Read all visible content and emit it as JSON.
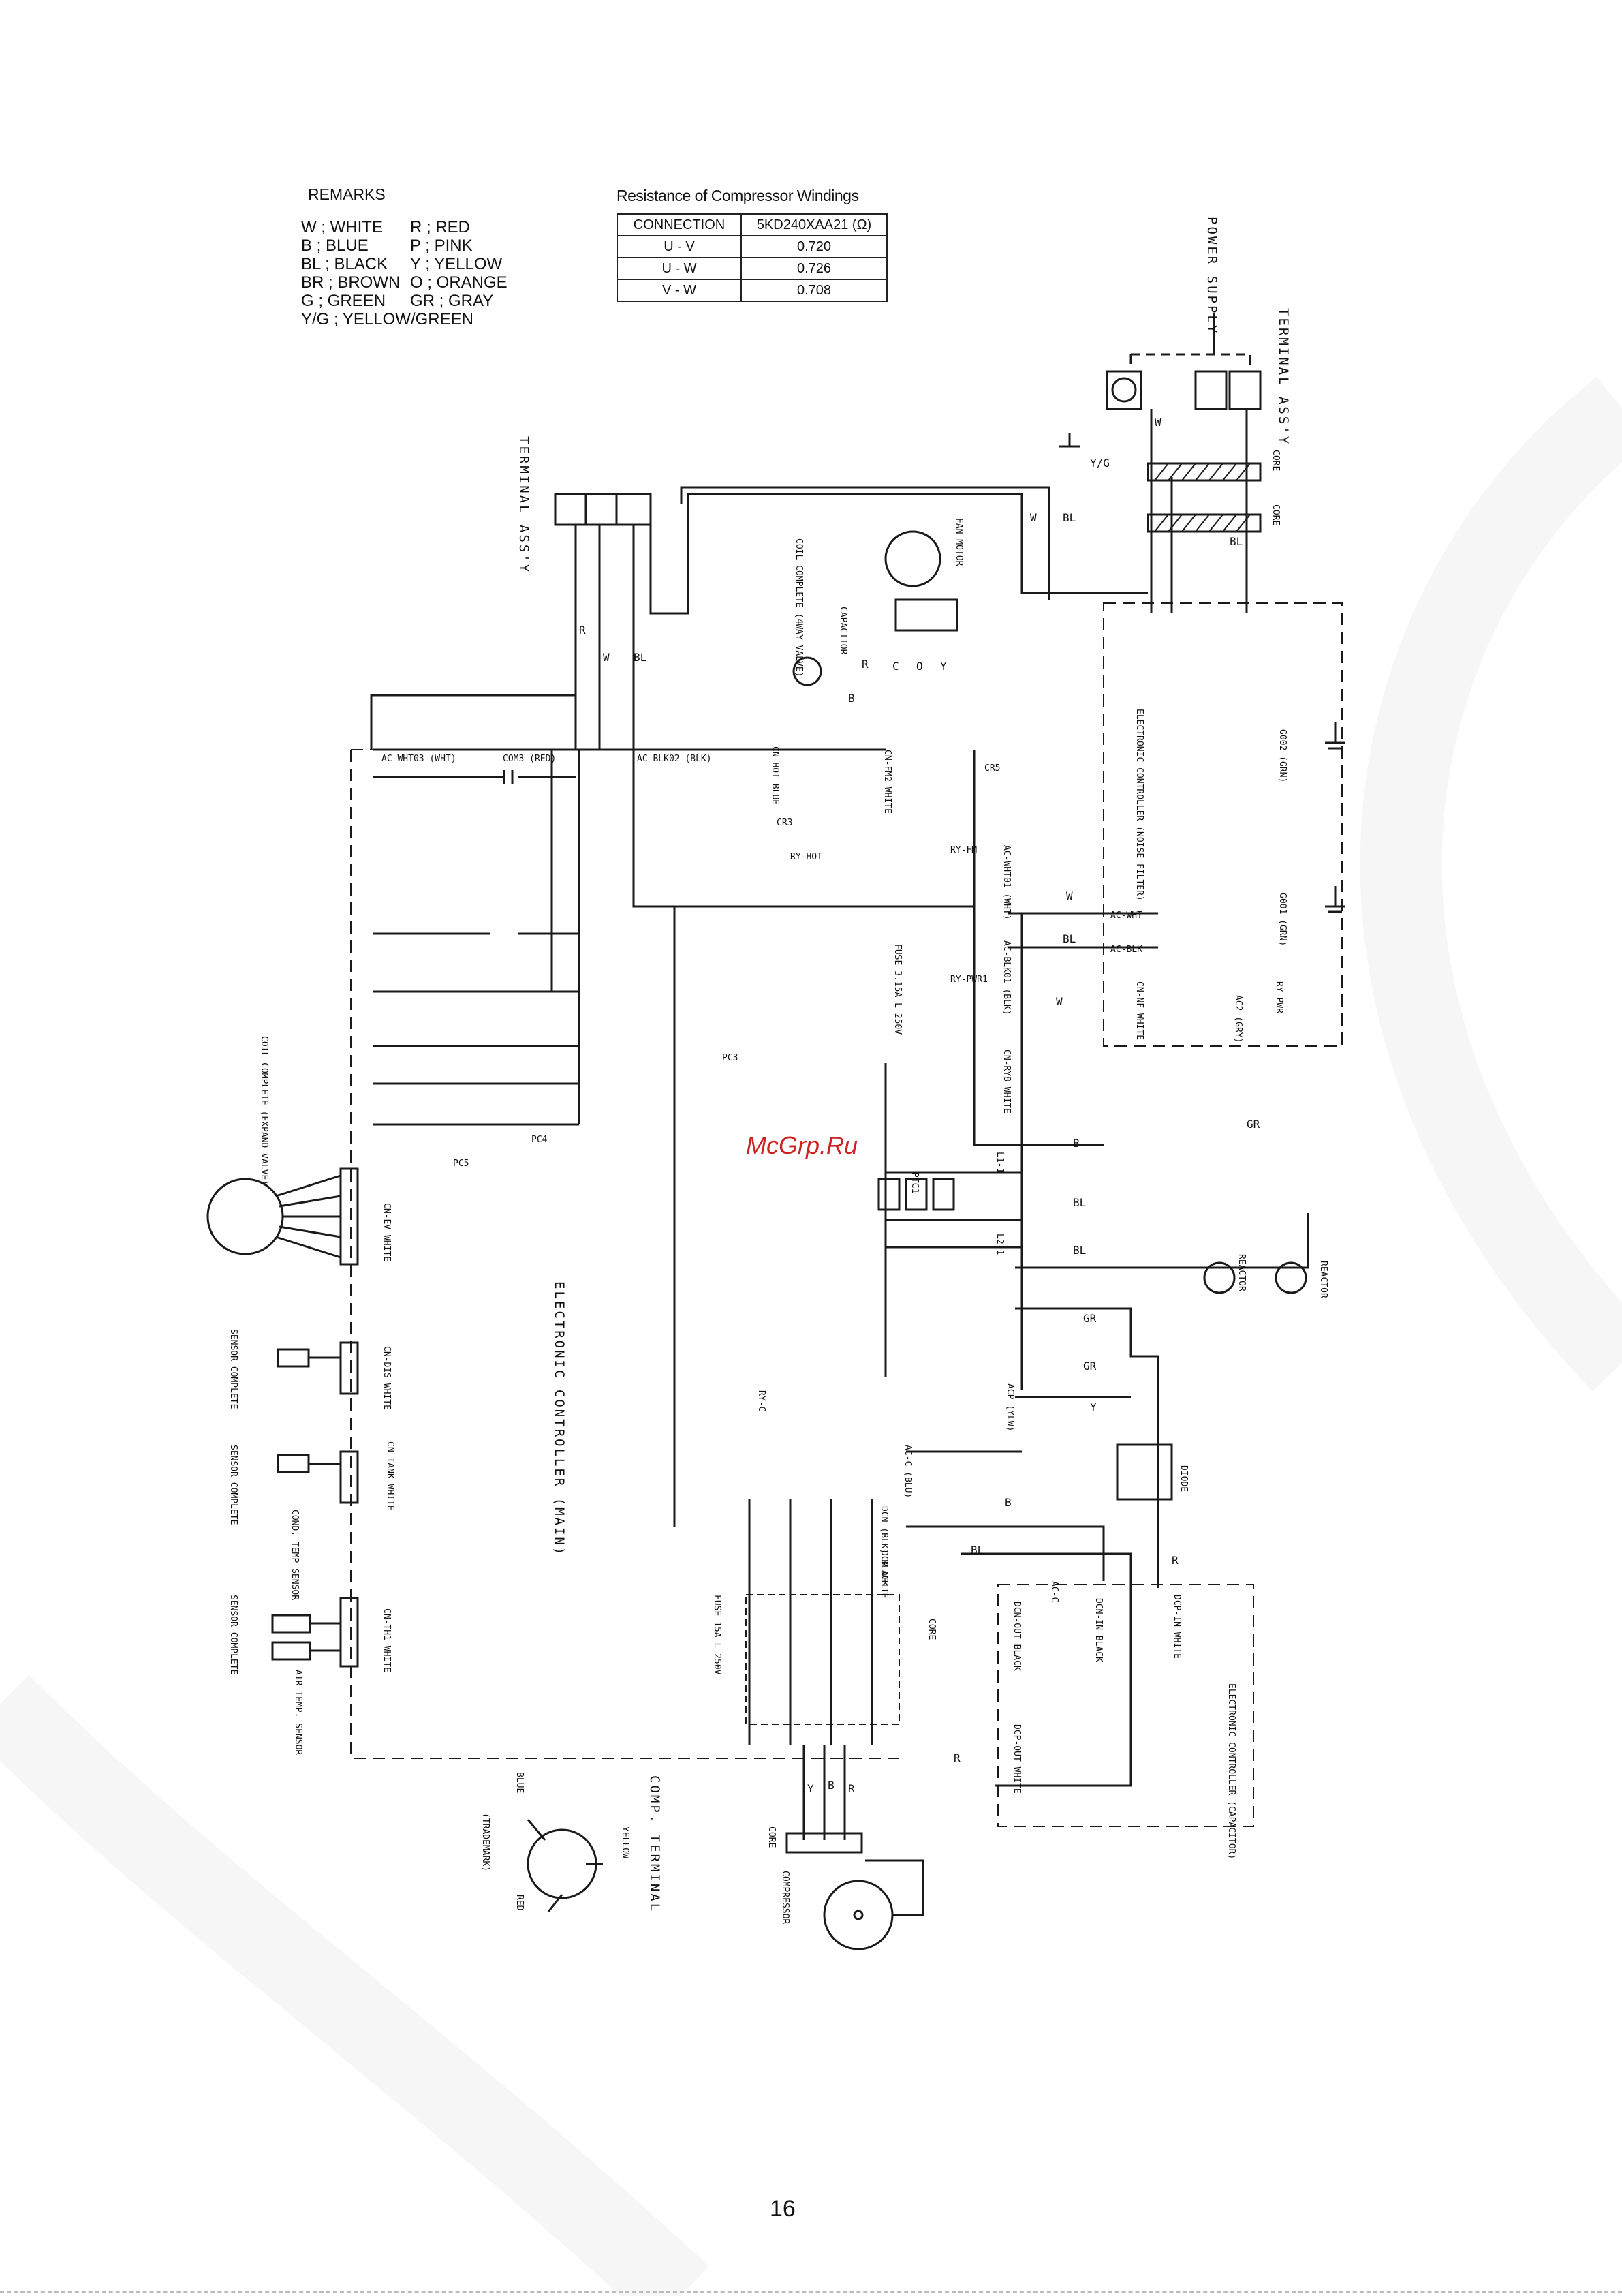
{
  "remarks": {
    "title": "REMARKS",
    "rows": [
      [
        "W ; WHITE",
        "R ; RED"
      ],
      [
        "B ; BLUE",
        "P ; PINK"
      ],
      [
        "BL ; BLACK",
        "Y ; YELLOW"
      ],
      [
        "BR ; BROWN",
        "O ; ORANGE"
      ],
      [
        "G ; GREEN",
        "GR ; GRAY"
      ],
      [
        "Y/G ; YELLOW/GREEN",
        ""
      ]
    ]
  },
  "resistance": {
    "title": "Resistance of Compressor Windings",
    "header": [
      "CONNECTION",
      "5KD240XAA21 (Ω)"
    ],
    "rows": [
      [
        "U - V",
        "0.720"
      ],
      [
        "U - W",
        "0.726"
      ],
      [
        "V - W",
        "0.708"
      ]
    ]
  },
  "labels": {
    "power_supply": "POWER SUPPLY",
    "terminal_assy_right": "TERMINAL ASS'Y",
    "terminal_assy_left": "TERMINAL ASS'Y",
    "core1": "CORE",
    "core2": "CORE",
    "fan_motor": "FAN MOTOR",
    "coil_4way": "COIL COMPLETE (4WAY VALVE)",
    "capacitor": "CAPACITOR",
    "noise_filter": "ELECTRONIC CONTROLLER (NOISE FILTER)",
    "main_controller": "ELECTRONIC CONTROLLER (MAIN)",
    "capacitor_ctrl": "ELECTRONIC CONTROLLER (CAPACITOR)",
    "coil_expand": "COIL COMPLETE (EXPAND VALVE)",
    "sensor_complete": "SENSOR COMPLETE",
    "cond_temp": "COND. TEMP SENSOR",
    "air_temp": "AIR TEMP. SENSOR",
    "comp_terminal": "COMP. TERMINAL",
    "compressor": "COMPRESSOR",
    "reactor": "REACTOR",
    "diode": "DIODE",
    "trademark": "(TRADEMARK)",
    "blue": "BLUE",
    "yellow": "YELLOW",
    "red": "RED",
    "cn_ev": "CN-EV WHITE",
    "cn_dis": "CN-DIS WHITE",
    "cn_tank": "CN-TANK WHITE",
    "cn_th1": "CN-TH1 WHITE",
    "ac_wht03": "AC-WHT03 (WHT)",
    "com3": "COM3 (RED)",
    "ac_blk02": "AC-BLK02 (BLK)",
    "cn_hot": "CN-HOT BLUE",
    "cn_fm2": "CN-FM2 WHITE",
    "ac_wht01": "AC-WHT01 (WHT)",
    "ac_blk01": "AC-BLK01 (BLK)",
    "fuse1": "FUSE 3.15A L 250V",
    "cn_nf": "CN-NF WHITE",
    "cn_ry8": "CN-RY8 WHITE",
    "ac_wht": "AC-WHT",
    "ac_blk": "AC-BLK",
    "g001": "G001 (GRN)",
    "g002": "G002 (GRN)",
    "ry_pwr": "RY-PWR",
    "ac2": "AC2 (GRY)",
    "l1": "L1-1",
    "l2": "L2-1",
    "ptc": "PTC1",
    "ry_c": "RY-C",
    "acp": "ACP (YLW)",
    "ac_c": "AC-C (BLU)",
    "dcn_blk": "DCN (BLK) BLACK",
    "dcp": "DCP WHITE",
    "dcn_out": "DCN-OUT BLACK",
    "dcn_in": "DCN-IN BLACK",
    "dcp_in": "DCP-IN WHITE",
    "dcp_out": "DCP-OUT WHITE",
    "fuse2": "FUSE 15A L 250V",
    "pc4": "PC4",
    "pc5": "PC5",
    "pc3": "PC3",
    "cr3": "CR3",
    "cr5": "CR5",
    "ry_hot": "RY-HOT",
    "ry_fm": "RY-FM",
    "ry_pwr1": "RY-PWR1",
    "ac_c2": "AC-C",
    "core_bot": "CORE",
    "core_comp": "CORE"
  },
  "wire_labels": [
    "W",
    "BL",
    "BL",
    "R",
    "W",
    "BL",
    "W",
    "W",
    "BL",
    "B",
    "BL",
    "BL",
    "GR",
    "GR",
    "Y",
    "B",
    "BL",
    "R",
    "R",
    "Y",
    "B",
    "R",
    "GR",
    "Y/G",
    "W",
    "B",
    "R",
    "C",
    "O",
    "Y"
  ],
  "page_number": "16",
  "watermark": "McGrp.Ru"
}
